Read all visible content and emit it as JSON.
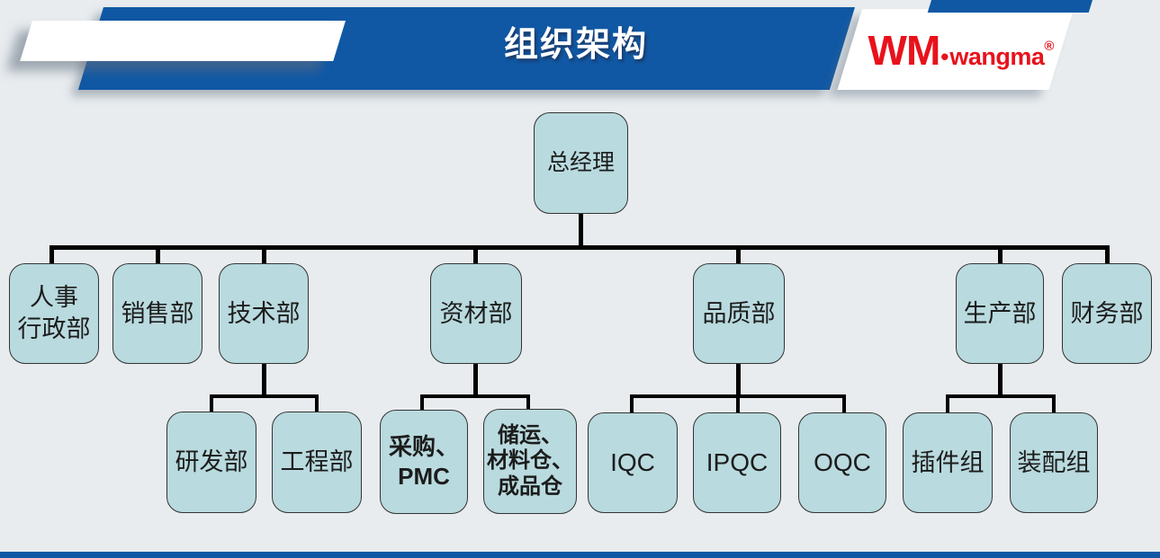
{
  "header": {
    "title": "组织架构",
    "logo": {
      "main": "WM",
      "separator": "•",
      "name": "wangma",
      "registered": "®"
    }
  },
  "theme": {
    "banner_blue": "#1058a4",
    "logo_red": "#e8121c",
    "box_fill": "#b9dade",
    "line_color": "#000000",
    "background": "#e8ecef",
    "box_border": "#333333"
  },
  "chart": {
    "root": {
      "lines": [
        "总经理"
      ]
    },
    "level2": [
      {
        "id": "hr-admin",
        "lines": [
          "人事",
          "行政部"
        ]
      },
      {
        "id": "sales",
        "lines": [
          "销售部"
        ]
      },
      {
        "id": "tech",
        "lines": [
          "技术部"
        ]
      },
      {
        "id": "materials",
        "lines": [
          "资材部"
        ]
      },
      {
        "id": "quality",
        "lines": [
          "品质部"
        ]
      },
      {
        "id": "production",
        "lines": [
          "生产部"
        ]
      },
      {
        "id": "finance",
        "lines": [
          "财务部"
        ]
      }
    ],
    "level3": {
      "tech": [
        {
          "lines": [
            "研发部"
          ]
        },
        {
          "lines": [
            "工程部"
          ]
        }
      ],
      "materials": [
        {
          "lines": [
            "采购、",
            "PMC"
          ]
        },
        {
          "lines": [
            "储运、",
            "材料仓、",
            "成品仓"
          ]
        }
      ],
      "quality": [
        {
          "lines": [
            "IQC"
          ]
        },
        {
          "lines": [
            "IPQC"
          ]
        },
        {
          "lines": [
            "OQC"
          ]
        }
      ],
      "production": [
        {
          "lines": [
            "插件组"
          ]
        },
        {
          "lines": [
            "装配组"
          ]
        }
      ]
    }
  }
}
